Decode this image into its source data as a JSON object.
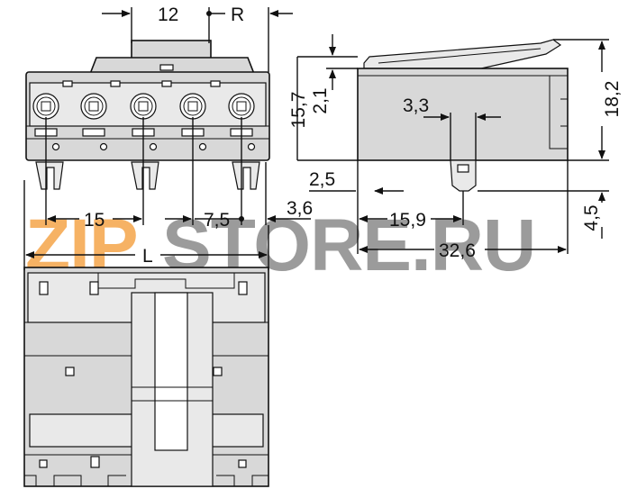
{
  "watermark": {
    "text_orange": "ZIP",
    "text_gray": "STORE.RU",
    "color_orange": "#f5a54a",
    "color_gray": "#8a8a8a"
  },
  "dimensions": {
    "pitch_top": "12",
    "r_label": "R",
    "pitch_15": "15",
    "d_7_5": "7,5",
    "d_3_6": "3,6",
    "length_label": "L",
    "d_15_7": "15,7",
    "d_2_1": "2,1",
    "d_3_3": "3,3",
    "d_18_2": "18,2",
    "d_2_5": "2,5",
    "d_15_9": "15,9",
    "d_4_5": "4,5",
    "d_32_6": "32,6"
  },
  "colors": {
    "line": "#111111",
    "body_fill": "#d8d8d8",
    "light_fill": "#e9e9e9"
  }
}
